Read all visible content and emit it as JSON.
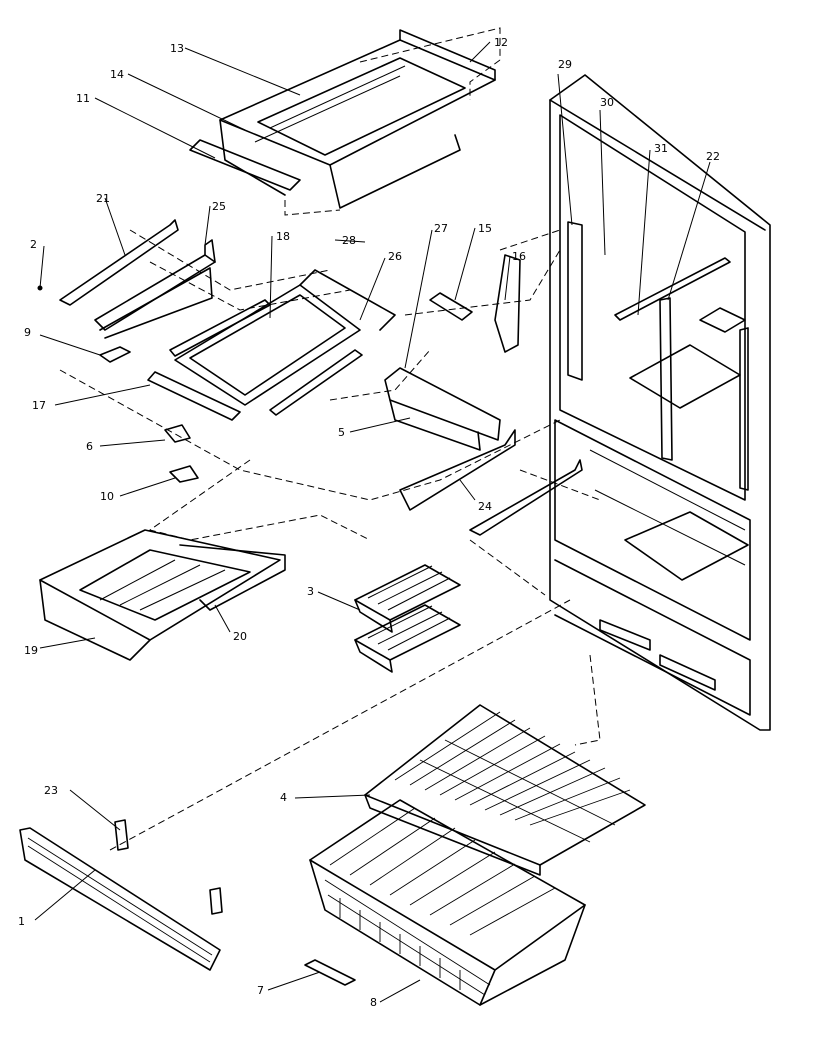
{
  "callouts": [
    {
      "id": "c1",
      "label": "1"
    },
    {
      "id": "c2",
      "label": "2"
    },
    {
      "id": "c3",
      "label": "3"
    },
    {
      "id": "c4",
      "label": "4"
    },
    {
      "id": "c5",
      "label": "5"
    },
    {
      "id": "c6",
      "label": "6"
    },
    {
      "id": "c7",
      "label": "7"
    },
    {
      "id": "c8",
      "label": "8"
    },
    {
      "id": "c9",
      "label": "9"
    },
    {
      "id": "c10",
      "label": "10"
    },
    {
      "id": "c11",
      "label": "11"
    },
    {
      "id": "c12",
      "label": "12"
    },
    {
      "id": "c13",
      "label": "13"
    },
    {
      "id": "c14",
      "label": "14"
    },
    {
      "id": "c15",
      "label": "15"
    },
    {
      "id": "c16",
      "label": "16"
    },
    {
      "id": "c17",
      "label": "17"
    },
    {
      "id": "c18",
      "label": "18"
    },
    {
      "id": "c19",
      "label": "19"
    },
    {
      "id": "c20",
      "label": "20"
    },
    {
      "id": "c21",
      "label": "21"
    },
    {
      "id": "c22",
      "label": "22"
    },
    {
      "id": "c23",
      "label": "23"
    },
    {
      "id": "c24",
      "label": "24"
    },
    {
      "id": "c25",
      "label": "25"
    },
    {
      "id": "c26",
      "label": "26"
    },
    {
      "id": "c27",
      "label": "27"
    },
    {
      "id": "c28",
      "label": "28"
    },
    {
      "id": "c29",
      "label": "29"
    },
    {
      "id": "c30",
      "label": "30"
    },
    {
      "id": "c31",
      "label": "31"
    }
  ]
}
